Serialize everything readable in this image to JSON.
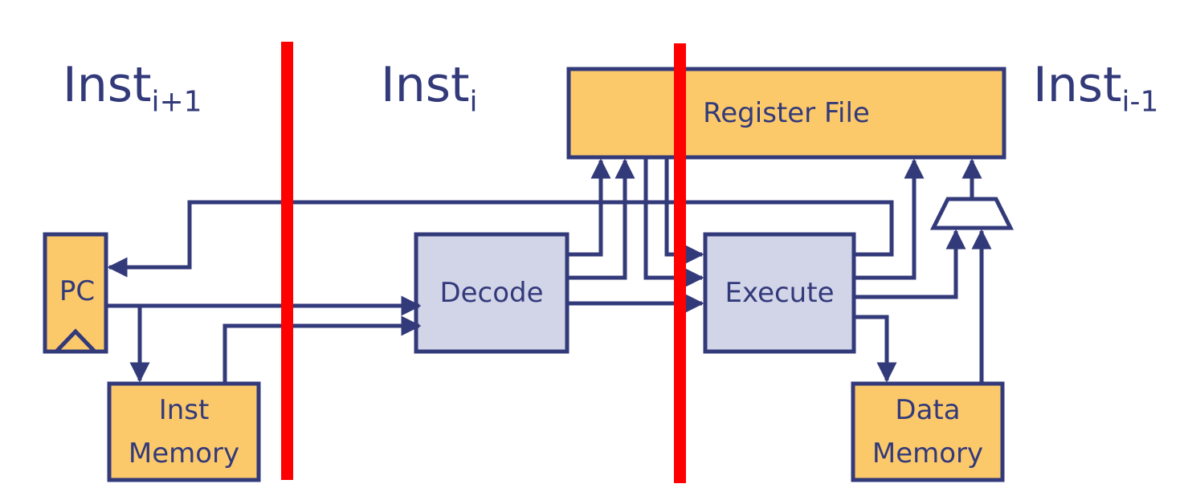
{
  "stage_labels": {
    "next": {
      "base": "Inst",
      "sub": "i+1"
    },
    "current": {
      "base": "Inst",
      "sub": "i"
    },
    "previous": {
      "base": "Inst",
      "sub": "i-1"
    }
  },
  "blocks": {
    "pc": "PC",
    "inst_memory": [
      "Inst",
      "Memory"
    ],
    "decode": "Decode",
    "execute": "Execute",
    "register_file": "Register File",
    "data_memory": [
      "Data",
      "Memory"
    ]
  },
  "colors": {
    "line": "#333a7a",
    "memory_fill": "#fcc96a",
    "logic_fill": "#d2d4e8",
    "pipeline_barrier": "#ff0000"
  }
}
